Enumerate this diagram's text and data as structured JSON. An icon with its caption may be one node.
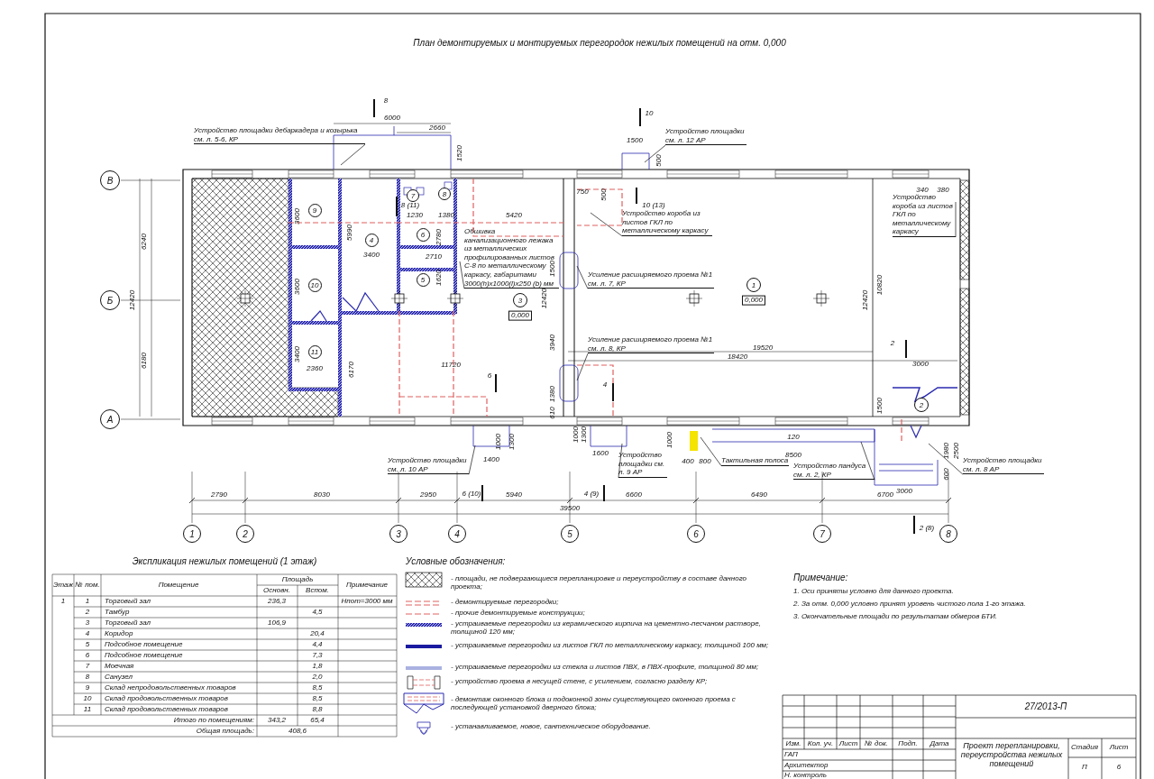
{
  "diagram": {
    "title": "План демонтируемых и монтируемых перегородок  нежилых помещений  на отм. 0,000",
    "nodes": [
      {
        "text": [
          "В"
        ]
      },
      {
        "text": [
          "Б"
        ]
      },
      {
        "text": [
          "А"
        ]
      },
      {
        "text": [
          "1"
        ]
      },
      {
        "text": [
          "2"
        ]
      },
      {
        "text": [
          "3"
        ]
      },
      {
        "text": [
          "4"
        ]
      },
      {
        "text": [
          "5"
        ]
      },
      {
        "text": [
          "6"
        ]
      },
      {
        "text": [
          "7"
        ]
      },
      {
        "text": [
          "8"
        ]
      },
      {
        "text": [
          "1"
        ],
        "beside": [
          "0,000"
        ]
      },
      {
        "text": [
          "2"
        ]
      },
      {
        "text": [
          "3"
        ],
        "beside": [
          "0,000"
        ]
      },
      {
        "text": [
          "4"
        ]
      },
      {
        "text": [
          "5"
        ]
      },
      {
        "text": [
          "6"
        ]
      },
      {
        "text": [
          "7"
        ]
      },
      {
        "text": [
          "8"
        ]
      },
      {
        "text": [
          "9"
        ]
      },
      {
        "text": [
          "10"
        ]
      },
      {
        "text": [
          "11"
        ]
      },
      {
        "text": [
          "Устройство площадки дебаркадера и козырька см. л. 5-6, КР"
        ]
      },
      {
        "text": [
          "Устройство площадки см. л. 12 АР"
        ]
      },
      {
        "text": [
          "Устройство короба из листов ГКЛ по металлическому каркасу"
        ]
      },
      {
        "text": [
          "Обшивка канализационного лежака из металлических профилированных листов С-8 по металлическому каркасу, габаритами 3000(h)х1000(l)х250 (b) мм"
        ]
      },
      {
        "text": [
          "Усиление расширяемого проема №1 см. л. 7, КР"
        ]
      },
      {
        "text": [
          "Усиление расширяемого проема №1 см. л. 8, КР"
        ]
      },
      {
        "text": [
          "Устройство короба из листов ГКЛ по металлическому каркасу"
        ]
      },
      {
        "text": [
          "Устройство площадки см. л. 10 АР"
        ]
      },
      {
        "text": [
          "Устройство площадки см. л. 9 АР"
        ]
      },
      {
        "text": [
          "Тактильная полоса"
        ]
      },
      {
        "text": [
          "Устройство пандуса см. л. 2, КР"
        ]
      },
      {
        "text": [
          "Устройство площадки см. л. 8 АР"
        ]
      }
    ],
    "edges": [
      {
        "from": 22,
        "to": null,
        "arrow": "none"
      },
      {
        "from": 23,
        "to": null,
        "arrow": "none"
      },
      {
        "from": 24,
        "to": null,
        "arrow": "none"
      },
      {
        "from": 25,
        "to": null,
        "arrow": "none"
      },
      {
        "from": 26,
        "to": null,
        "arrow": "none"
      },
      {
        "from": 27,
        "to": null,
        "arrow": "none"
      },
      {
        "from": 28,
        "to": null,
        "arrow": "none"
      },
      {
        "from": 29,
        "to": null,
        "arrow": "none"
      },
      {
        "from": 30,
        "to": null,
        "arrow": "none"
      },
      {
        "from": 31,
        "to": null,
        "arrow": "none"
      },
      {
        "from": 32,
        "to": null,
        "arrow": "none"
      },
      {
        "from": 33,
        "to": null,
        "arrow": "none"
      }
    ],
    "labels": [
      "6000",
      "2660",
      "1520",
      "6240",
      "12420",
      "6180",
      "3600",
      "3600",
      "3400",
      "2360",
      "5990",
      "3400",
      "6170",
      "1230",
      "1380",
      "2780",
      "2710",
      "1620",
      "5420",
      "11720",
      "12420",
      "1500",
      "3940",
      "1380",
      "610",
      "1500",
      "500",
      "750",
      "500",
      "19520",
      "18420",
      "12420",
      "10820",
      "3000",
      "1500",
      "340",
      "380",
      "1000",
      "1300",
      "1400",
      "1000",
      "1300",
      "1600",
      "1000",
      "400",
      "800",
      "120",
      "8500",
      "1980",
      "2500",
      "600",
      "3000",
      "2790",
      "8030",
      "2950",
      "5940",
      "6600",
      "6490",
      "6700",
      "39500",
      "8",
      "8 (11)",
      "10",
      "10 (13)",
      "6",
      "6 (10)",
      "4",
      "4 (9)",
      "2",
      "2 (8)",
      "Экспликация нежилых помещений  (1 этаж)",
      "Условные обозначения:",
      "Этаж",
      "№ пом.",
      "Помещение",
      "Площадь",
      "Основн.",
      "Вспом.",
      "Примечание",
      "1",
      "1",
      "Торговый зал",
      "236,3",
      "Нпот=3000 мм",
      "2",
      "Тамбур",
      "4,5",
      "3",
      "Торговый зал",
      "106,9",
      "4",
      "Коридор",
      "20,4",
      "5",
      "Подсобное помещение",
      "4,4",
      "6",
      "Подсобное помещение",
      "7,3",
      "7",
      "Моечная",
      "1,8",
      "8",
      "Санузел",
      "2,0",
      "9",
      "Склад непродовольственных товаров",
      "8,5",
      "10",
      "Склад продовольственных товаров",
      "8,5",
      "11",
      "Склад продовольственных товаров",
      "8,8",
      "Итого по помещениям:",
      "343,2",
      "65,4",
      "Общая площадь:",
      "408,6",
      "Примечание:",
      "1. Оси приняты условно для данного проекта.",
      "2. За отм. 0,000 условно принят уровень чистого пола 1-го этажа.",
      "3. Окончательные площади по результатам обмеров БТИ.",
      "27/2013-П",
      "Изм.",
      "Кол. уч.",
      "Лист",
      "№ док.",
      "Подп.",
      "Дата",
      "ГАП",
      "Архитектор",
      "Н. контроль",
      "Проект перепланировки, переустройства нежилых помещений",
      "Стадия",
      "Лист",
      "П",
      "6"
    ],
    "legend": [
      {
        "text": "- площади, не подвергающиеся перепланировке и переустройству в составе данного проекта;"
      },
      {
        "text": "- демонтируемые перегородки;"
      },
      {
        "text": "- прочие демонтируемые конструкции;"
      },
      {
        "text": "- устраиваемые перегородки из керамического кирпича на цементно-песчаном растворе, толщиной 120 мм;"
      },
      {
        "text": "- устраиваемые перегородки из листов ГКЛ по металлическому каркасу, толщиной 100 мм;"
      },
      {
        "text": "- устраиваемые перегородки из стекла и листов ПВХ, в ПВХ-профиле, толщиной 80 мм;"
      },
      {
        "text": "- устройство проема в несущей стене, с усилением, согласно разделу КР;"
      },
      {
        "text": "- демонтаж оконного блока и подоконной зоны существующего оконного проема с последующей установкой дверного блока;"
      },
      {
        "text": "- устанавливаемое, новое, сантехническое оборудование."
      }
    ]
  }
}
